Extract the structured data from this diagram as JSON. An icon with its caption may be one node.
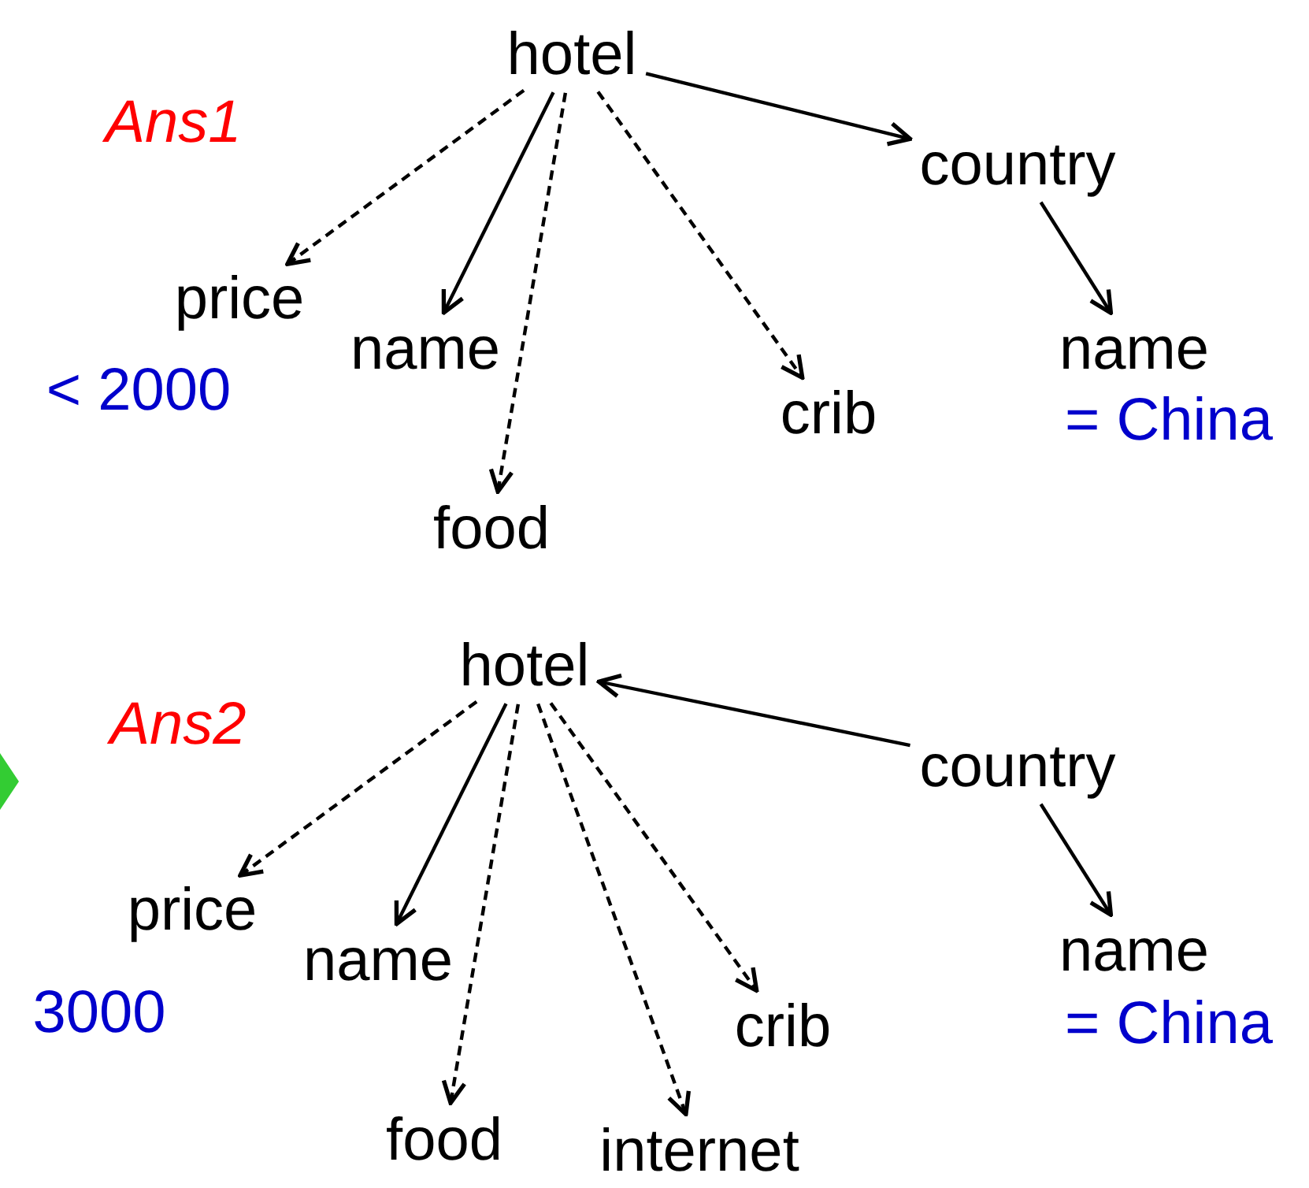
{
  "diagram": {
    "nodes": [
      {
        "text": [
          "hotel"
        ]
      },
      {
        "text": [
          "price"
        ],
        "beside": [
          "< 2000"
        ]
      },
      {
        "text": [
          "name"
        ]
      },
      {
        "text": [
          "food"
        ]
      },
      {
        "text": [
          "crib"
        ]
      },
      {
        "text": [
          "country"
        ]
      },
      {
        "text": [
          "name"
        ],
        "beside": [
          "= China"
        ]
      },
      {
        "text": [
          "hotel"
        ]
      },
      {
        "text": [
          "price"
        ],
        "beside": [
          "3000"
        ]
      },
      {
        "text": [
          "name"
        ]
      },
      {
        "text": [
          "food"
        ]
      },
      {
        "text": [
          "internet"
        ]
      },
      {
        "text": [
          "crib"
        ]
      },
      {
        "text": [
          "country"
        ]
      },
      {
        "text": [
          "name"
        ],
        "beside": [
          "= China"
        ]
      }
    ],
    "edges": [
      {
        "from": 0,
        "to": 1,
        "arrow": "to",
        "style": "dashed"
      },
      {
        "from": 0,
        "to": 2,
        "arrow": "to"
      },
      {
        "from": 0,
        "to": 3,
        "arrow": "to",
        "style": "dashed"
      },
      {
        "from": 0,
        "to": 4,
        "arrow": "to",
        "style": "dashed"
      },
      {
        "from": 0,
        "to": 5,
        "arrow": "to"
      },
      {
        "from": 5,
        "to": 6,
        "arrow": "to"
      },
      {
        "from": 7,
        "to": 8,
        "arrow": "to",
        "style": "dashed"
      },
      {
        "from": 7,
        "to": 9,
        "arrow": "to"
      },
      {
        "from": 7,
        "to": 10,
        "arrow": "to",
        "style": "dashed"
      },
      {
        "from": 7,
        "to": 11,
        "arrow": "to",
        "style": "dashed"
      },
      {
        "from": 7,
        "to": 12,
        "arrow": "to",
        "style": "dashed"
      },
      {
        "from": 13,
        "to": 7,
        "arrow": "to"
      },
      {
        "from": 13,
        "to": 14,
        "arrow": "to"
      }
    ],
    "labels": [
      "Ans1",
      "Ans2"
    ]
  }
}
